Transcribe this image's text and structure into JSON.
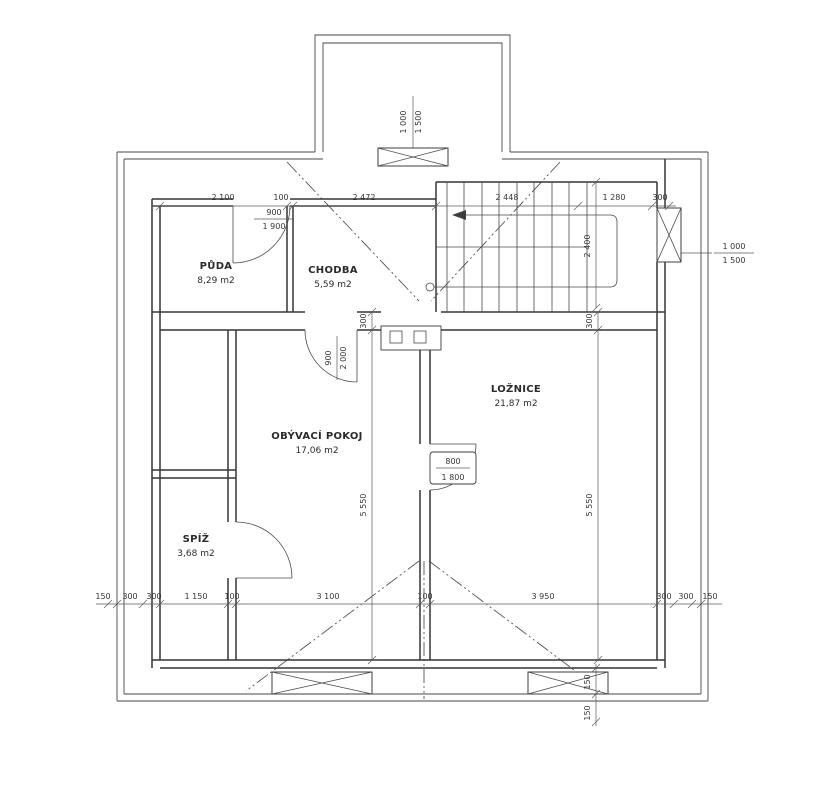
{
  "colors": {
    "background": "#ffffff",
    "line": "#3c3c3c",
    "text": "#2b2b2b"
  },
  "rooms": {
    "puda": {
      "name": "PŮDA",
      "area": "8,29 m2"
    },
    "chodba": {
      "name": "CHODBA",
      "area": "5,59 m2"
    },
    "loznice": {
      "name": "LOŽNICE",
      "area": "21,87 m2"
    },
    "obyvaci": {
      "name": "OBÝVACÍ POKOJ",
      "area": "17,06 m2"
    },
    "spiz": {
      "name": "SPÍŽ",
      "area": "3,68 m2"
    }
  },
  "dims": {
    "top": [
      "2 100",
      "100",
      "2 472",
      "2 448",
      "1 280",
      "300"
    ],
    "bottom": [
      "150",
      "300",
      "300",
      "1 150",
      "100",
      "3 100",
      "100",
      "3 950",
      "300",
      "300",
      "150"
    ],
    "wall_left": "300",
    "left_room_height": "5 550",
    "wall_right": "300",
    "right_room_height": "5 550",
    "stair_width": "2 400",
    "door_puda_w": "900",
    "door_puda_h": "1 900",
    "door_chodba_w": "900",
    "door_chodba_h": "2 000",
    "door_loznice_w": "800",
    "door_loznice_h": "1 800",
    "window_top_w": "1 000",
    "window_top_h": "1 500",
    "window_right_w": "1 000",
    "window_right_h": "1 500",
    "win_offset_a": "150",
    "win_offset_b": "150"
  }
}
